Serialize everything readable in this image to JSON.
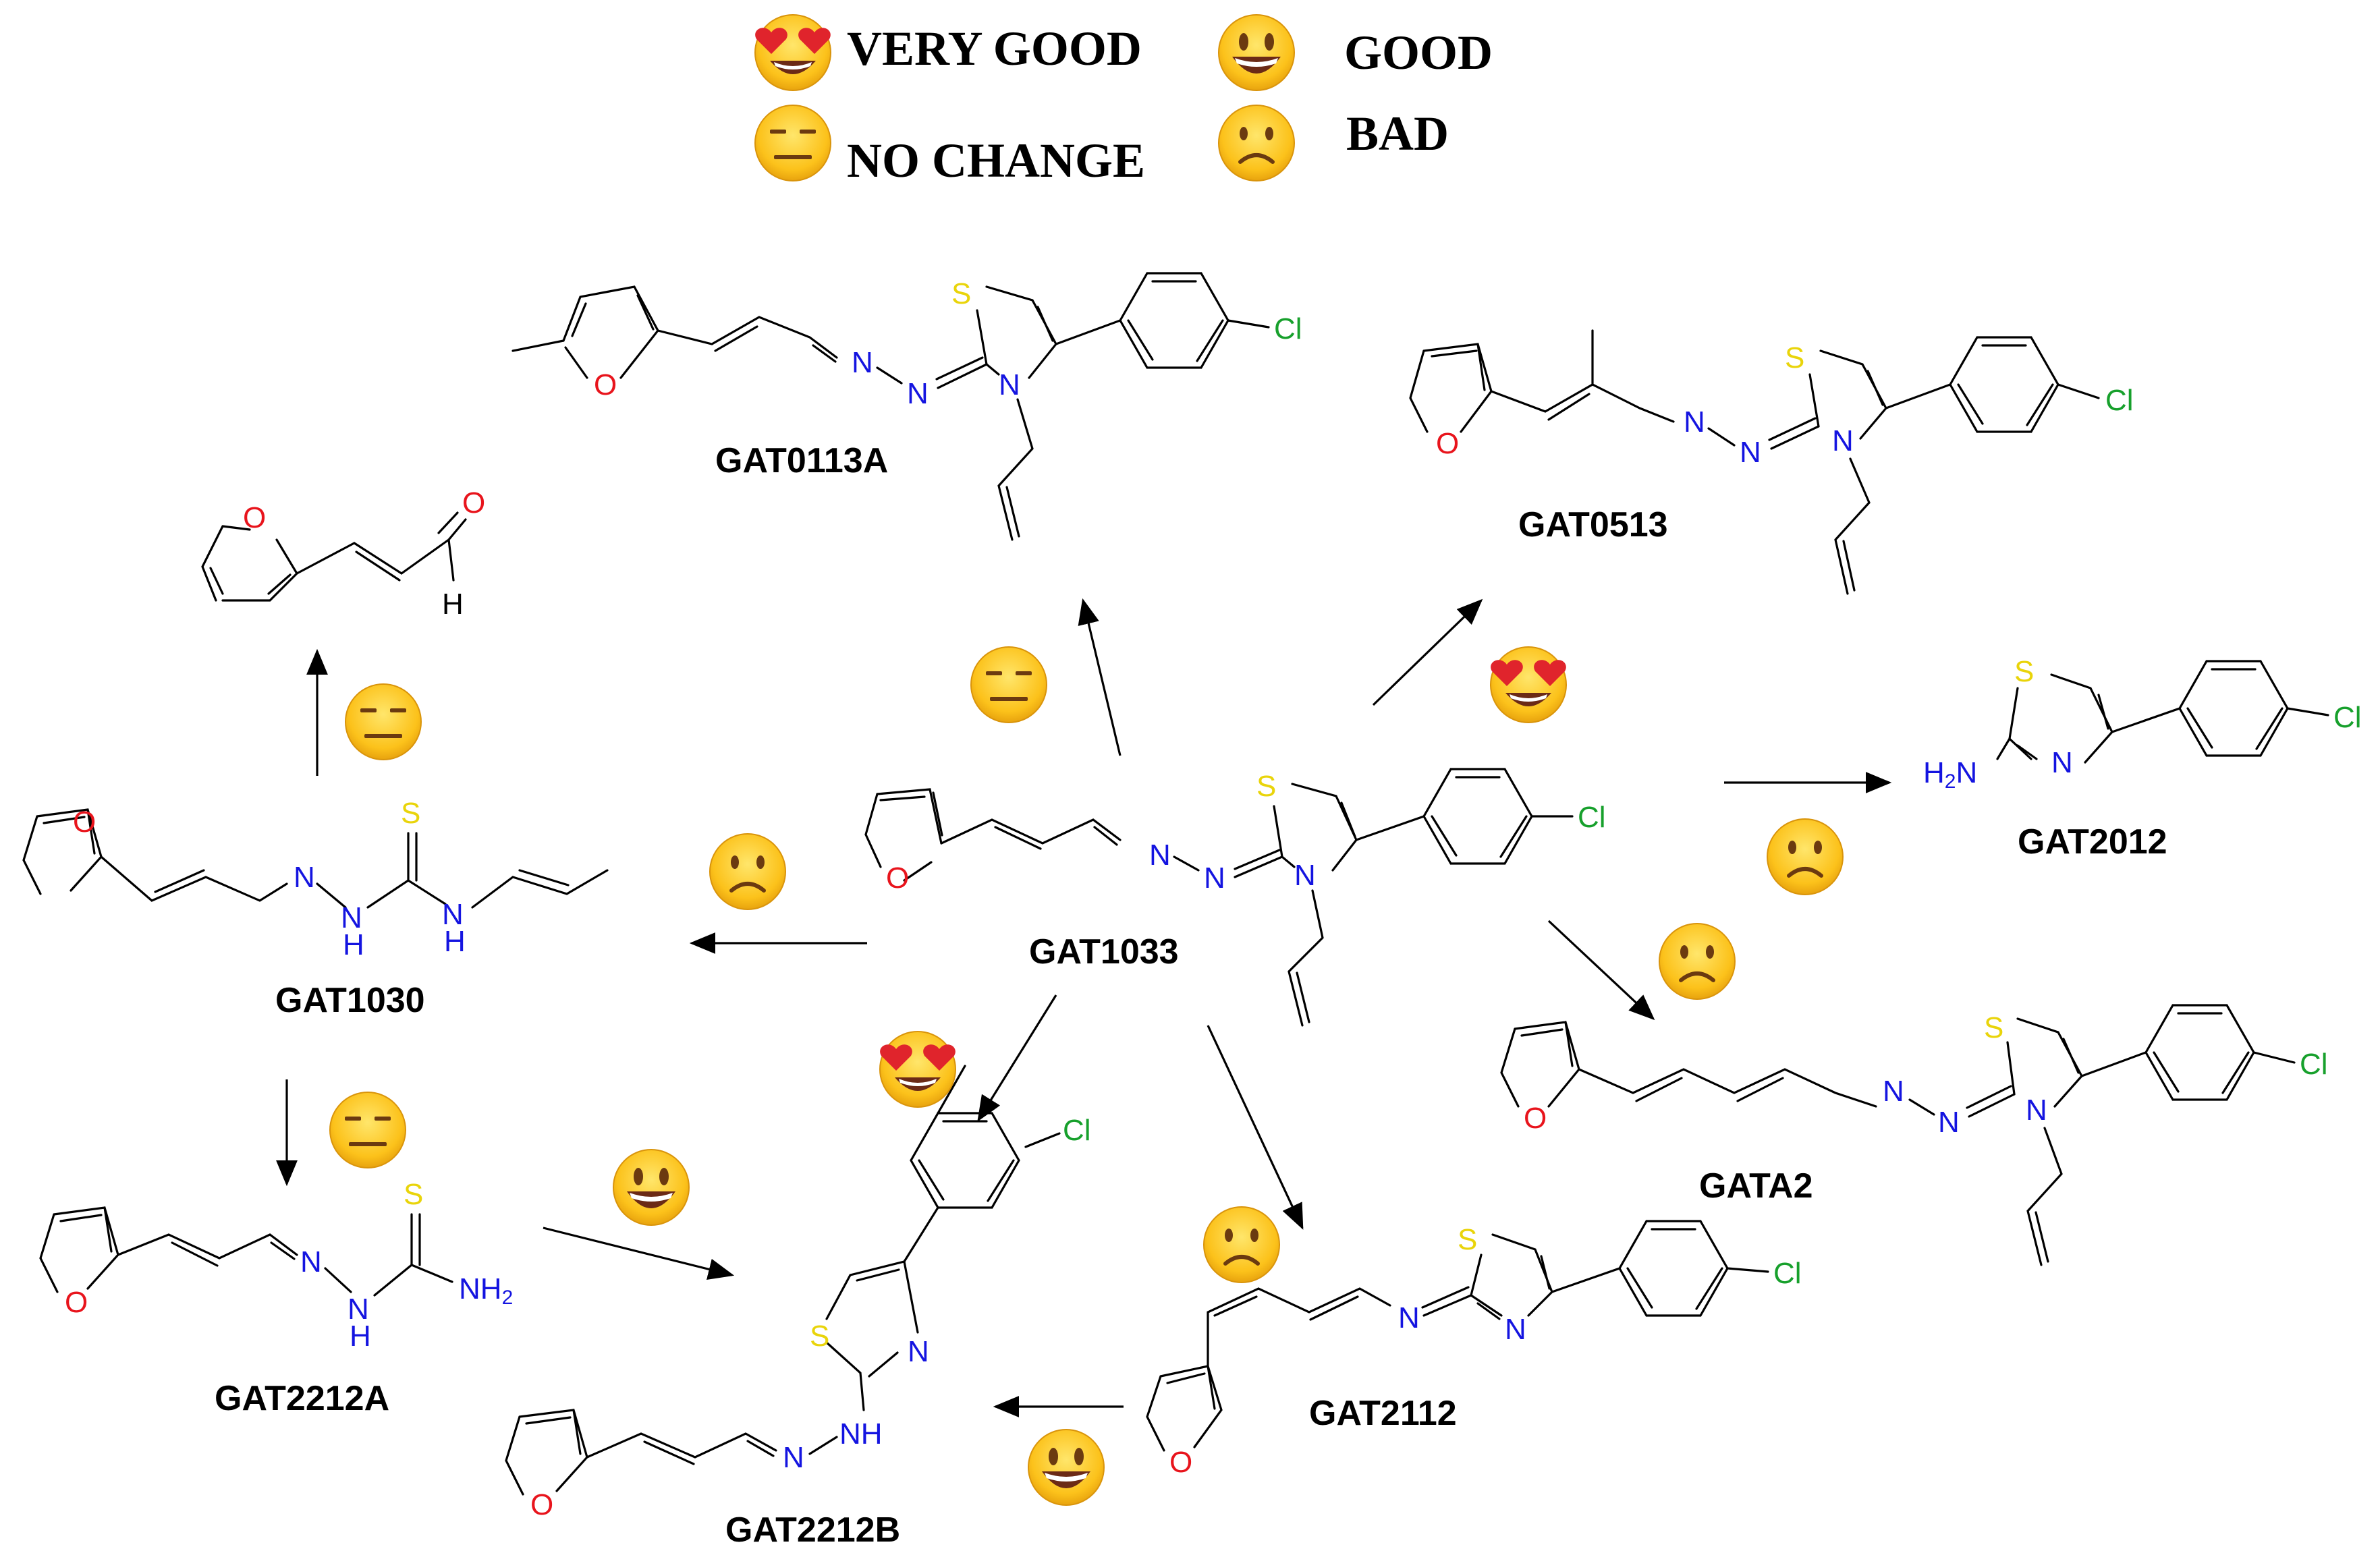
{
  "colors": {
    "oxygen": "#e8141c",
    "sulfur": "#e9d40a",
    "nitrogen": "#1414e0",
    "chlorine": "#17a02c",
    "bond": "#000000"
  },
  "legend": {
    "very_good": "VERY GOOD",
    "good": "GOOD",
    "no_change": "NO CHANGE",
    "bad": "BAD"
  },
  "compounds": {
    "gat1033": "GAT1033",
    "gat0113a": "GAT0113A",
    "gat0513": "GAT0513",
    "gat2012": "GAT2012",
    "gata2": "GATA2",
    "gat2112": "GAT2112",
    "gat2212b": "GAT2212B",
    "gat2212a": "GAT2212A",
    "gat1030": "GAT1030"
  },
  "atoms": {
    "O": "O",
    "S": "S",
    "N": "N",
    "H": "H",
    "Cl": "Cl",
    "NH": "NH",
    "NH2": "NH2",
    "H2N": "H2N"
  },
  "icons": {
    "very_good": "heart-eyes-face-icon",
    "good": "grinning-face-icon",
    "no_change": "expressionless-face-icon",
    "bad": "frowning-face-icon"
  }
}
